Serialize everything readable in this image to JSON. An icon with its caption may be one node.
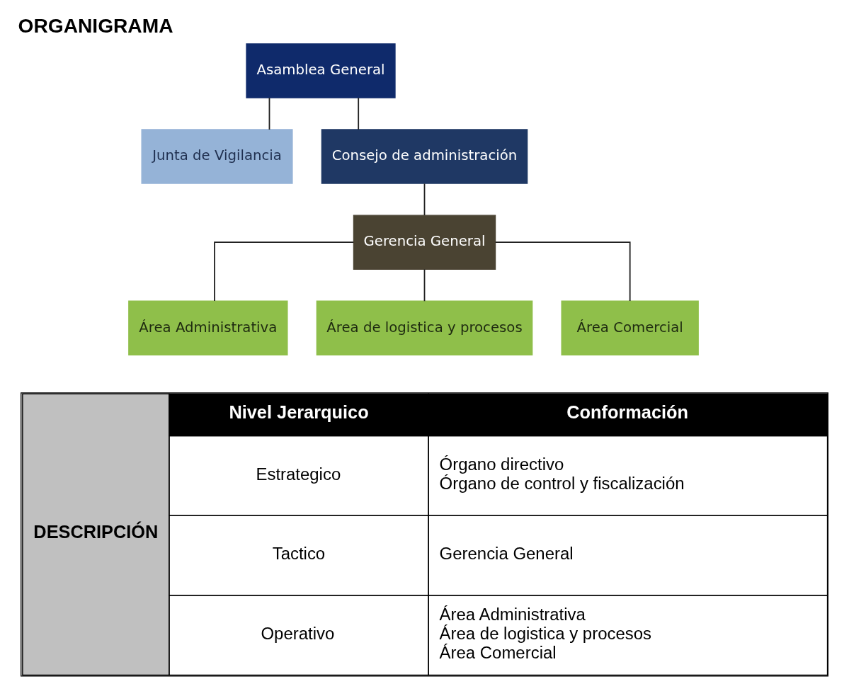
{
  "diagram": {
    "title": "ORGANIGRAMA",
    "nodes": [
      {
        "text": [
          "Asamblea General"
        ]
      },
      {
        "text": [
          "Junta de Vigilancia"
        ]
      },
      {
        "text": [
          "Consejo de administración"
        ]
      },
      {
        "text": [
          "Gerencia General"
        ]
      },
      {
        "text": [
          "Área Administrativa"
        ]
      },
      {
        "text": [
          "Área de logistica y procesos"
        ]
      },
      {
        "text": [
          "Área Comercial"
        ]
      }
    ],
    "edges": [
      {
        "from": 0,
        "to": 1,
        "arrow": "none"
      },
      {
        "from": 0,
        "to": 2,
        "arrow": "none"
      },
      {
        "from": 2,
        "to": 3,
        "arrow": "none"
      },
      {
        "from": 3,
        "to": 4,
        "arrow": "none"
      },
      {
        "from": 3,
        "to": 5,
        "arrow": "none"
      },
      {
        "from": 3,
        "to": 6,
        "arrow": "none"
      }
    ],
    "labels": [
      "DESCRIPCIÓN",
      "Nivel Jerarquico",
      "Conformación",
      "Estrategico",
      "Órgano directivo",
      "Órgano de control y fiscalización",
      "Tactico",
      "Gerencia General",
      "Operativo",
      "Área Administrativa",
      "Área de logistica y procesos",
      "Área Comercial"
    ]
  }
}
